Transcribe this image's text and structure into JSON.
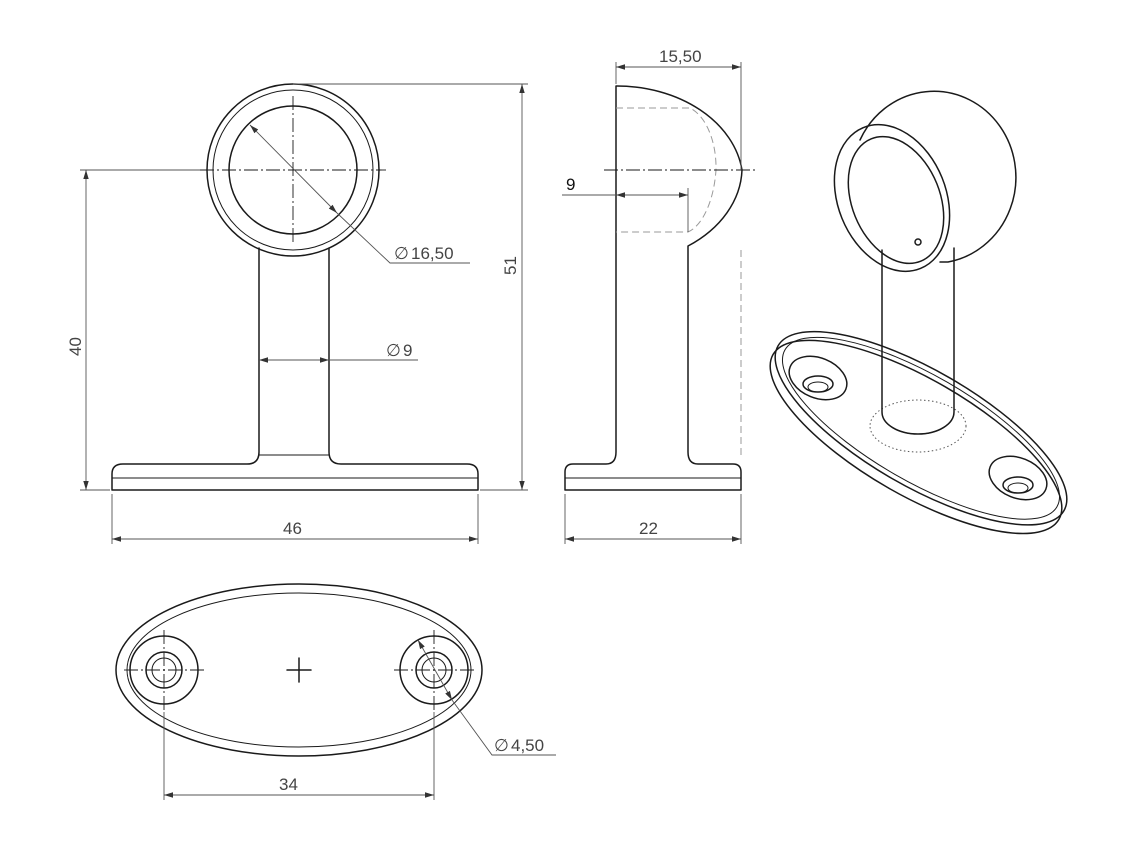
{
  "dimensions": {
    "overall_height": "51",
    "base_height": "40",
    "ring_diameter": "16,50",
    "stem_diameter": "9",
    "base_length": "46",
    "side_width": "15,50",
    "side_depth": "9",
    "side_base": "22",
    "hole_spacing": "34",
    "hole_diameter": "4,50"
  },
  "symbols": {
    "diameter": "∅"
  }
}
